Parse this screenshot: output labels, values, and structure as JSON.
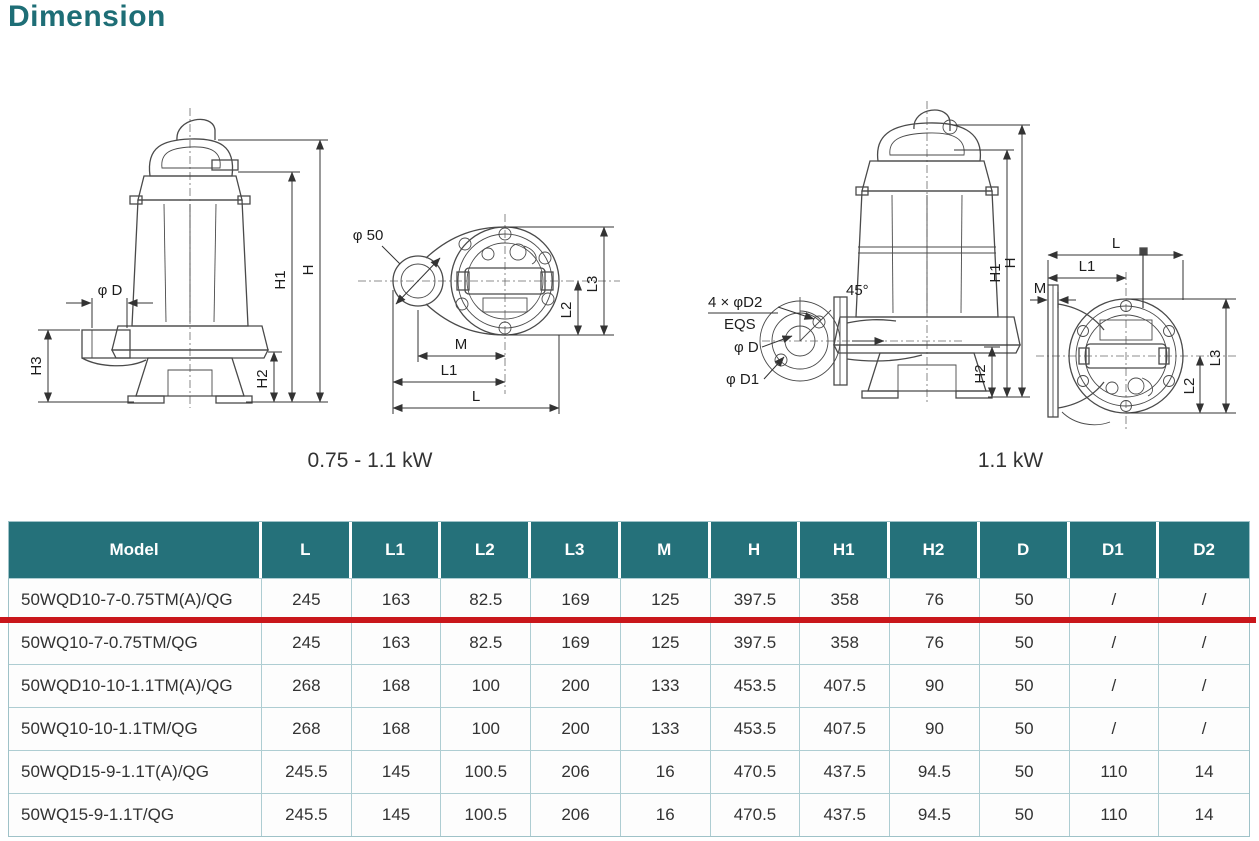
{
  "page": {
    "title": "Dimension"
  },
  "captions": {
    "left": "0.75 - 1.1 kW",
    "right": "1.1 kW"
  },
  "colors": {
    "title_teal": "#1e6e76",
    "table_header_bg": "#25717a",
    "table_border": "#aecdd2",
    "highlight_red": "#c9161b"
  },
  "drawings": {
    "side_view_small": {
      "labels": {
        "phi_d": "φ D",
        "h3": "H3",
        "h1": "H1",
        "h": "H",
        "h2": "H2"
      }
    },
    "top_view_small": {
      "labels": {
        "phi_50": "φ 50",
        "m": "M",
        "l1": "L1",
        "l": "L",
        "l2": "L2",
        "l3": "L3"
      }
    },
    "side_view_large": {
      "labels": {
        "bolt_pattern": "4 × φD2",
        "eqs": "EQS",
        "phi_d": "φ D",
        "phi_d1": "φ D1",
        "angle": "45°",
        "h1": "H1",
        "h": "H",
        "h2": "H2"
      }
    },
    "top_view_large": {
      "labels": {
        "l": "L",
        "l1": "L1",
        "m": "M",
        "l2": "L2",
        "l3": "L3"
      }
    }
  },
  "table": {
    "headers": [
      "Model",
      "L",
      "L1",
      "L2",
      "L3",
      "M",
      "H",
      "H1",
      "H2",
      "D",
      "D1",
      "D2"
    ],
    "rows": [
      [
        "50WQD10-7-0.75TM(A)/QG",
        "245",
        "163",
        "82.5",
        "169",
        "125",
        "397.5",
        "358",
        "76",
        "50",
        "/",
        "/"
      ],
      [
        "50WQ10-7-0.75TM/QG",
        "245",
        "163",
        "82.5",
        "169",
        "125",
        "397.5",
        "358",
        "76",
        "50",
        "/",
        "/"
      ],
      [
        "50WQD10-10-1.1TM(A)/QG",
        "268",
        "168",
        "100",
        "200",
        "133",
        "453.5",
        "407.5",
        "90",
        "50",
        "/",
        "/"
      ],
      [
        "50WQ10-10-1.1TM/QG",
        "268",
        "168",
        "100",
        "200",
        "133",
        "453.5",
        "407.5",
        "90",
        "50",
        "/",
        "/"
      ],
      [
        "50WQD15-9-1.1T(A)/QG",
        "245.5",
        "145",
        "100.5",
        "206",
        "16",
        "470.5",
        "437.5",
        "94.5",
        "50",
        "110",
        "14"
      ],
      [
        "50WQ15-9-1.1T/QG",
        "245.5",
        "145",
        "100.5",
        "206",
        "16",
        "470.5",
        "437.5",
        "94.5",
        "50",
        "110",
        "14"
      ]
    ],
    "highlight_row_index": 0
  }
}
